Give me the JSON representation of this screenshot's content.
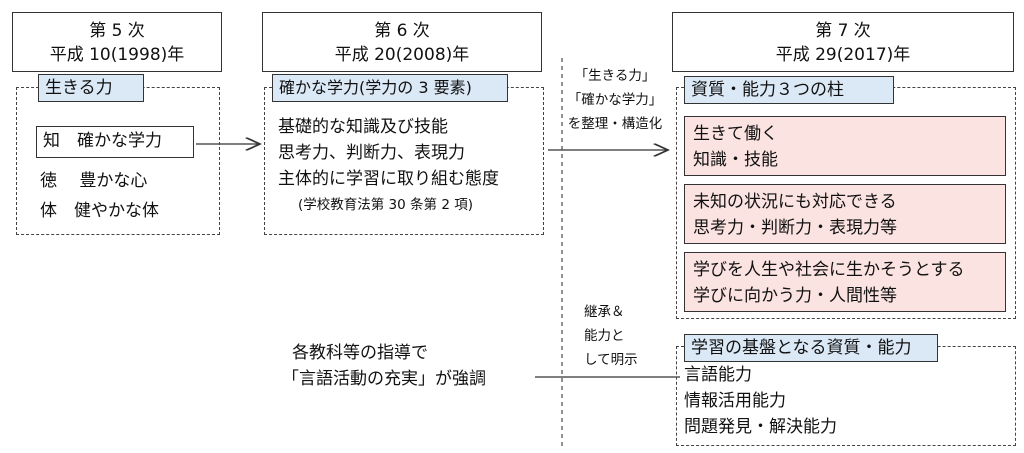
{
  "col5": {
    "title": "第 5 次",
    "year": "平成 10(1998)年",
    "label": "生きる力",
    "knowledge": "知　確かな学力",
    "virtue": "徳　 豊かな心",
    "body": "体　健やかな体"
  },
  "col6": {
    "title": "第 6 次",
    "year": "平成 20(2008)年",
    "label": "確かな学力(学力の 3 要素)",
    "lines": [
      "基礎的な知識及び技能",
      "思考力、判断力、表現力",
      "主体的に学習に取り組む態度"
    ],
    "note": "(学校教育法第 30 条第 2 項)"
  },
  "col7": {
    "title": "第 7 次",
    "year": "平成 29(2017)年",
    "label": "資質・能力３つの柱",
    "pillar1": [
      "生きて働く",
      "知識・技能"
    ],
    "pillar2": [
      "未知の状況にも対応できる",
      "思考力・判断力・表現力等"
    ],
    "pillar3": [
      "学びを人生や社会に生かそうとする",
      "学びに向かう力・人間性等"
    ],
    "basis_label": "学習の基盤となる資質・能力",
    "basis_items": [
      "言語能力",
      "情報活用能力",
      "問題発見・解決能力"
    ]
  },
  "arrow_note_top": [
    "「生きる力」",
    "「確かな学力」",
    "を整理・構造化"
  ],
  "arrow_note_bottom": [
    "継承＆",
    "能力と",
    "して明示"
  ],
  "language_note": [
    "各教科等の指導で",
    "「言語活動の充実」が強調"
  ]
}
